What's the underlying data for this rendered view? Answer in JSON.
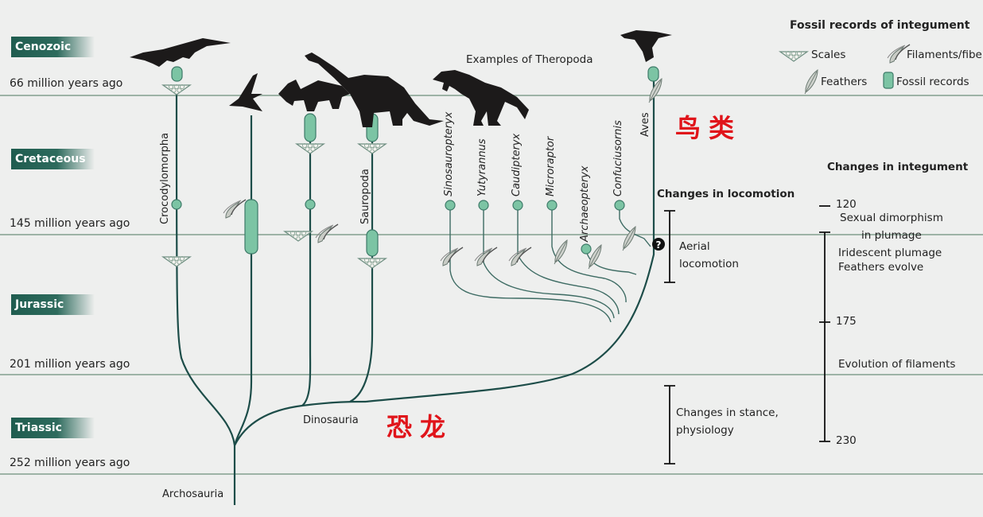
{
  "eras": [
    {
      "name": "Cenozoic",
      "boundary": "66 million years ago"
    },
    {
      "name": "Cretaceous",
      "boundary": "145 million years ago"
    },
    {
      "name": "Jurassic",
      "boundary": "201 million years ago"
    },
    {
      "name": "Triassic",
      "boundary": "252 million years ago"
    }
  ],
  "clades": {
    "root": "Archosauria",
    "dinosauria": "Dinosauria",
    "crocodylomorpha": "Crocodylomorpha",
    "sauropoda": "Sauropoda",
    "aves": "Aves",
    "theropoda_title": "Examples of Theropoda",
    "theropods": [
      "Sinosauropteryx",
      "Yutyrannus",
      "Caudipteryx",
      "Microraptor",
      "Archaeopteryx",
      "Confuciusornis"
    ]
  },
  "annotations": {
    "birds_cn": "鸟类",
    "dinosaurs_cn": "恐龙",
    "annotation_color": "#e0141a"
  },
  "legend": {
    "title": "Fossil records of integument",
    "items": [
      {
        "icon": "scales-icon",
        "label": "Scales"
      },
      {
        "icon": "filaments-icon",
        "label": "Filaments/fibers"
      },
      {
        "icon": "feather-icon",
        "label": "Feathers"
      },
      {
        "icon": "fossil-record-icon",
        "label": "Fossil records"
      }
    ]
  },
  "locomotion": {
    "title": "Changes in locomotion",
    "aerial": [
      "Aerial",
      "locomotion"
    ],
    "stance": [
      "Changes in stance,",
      "physiology"
    ],
    "question_mark": "?"
  },
  "integument": {
    "title": "Changes in integument",
    "ticks": [
      "120",
      "175",
      "230"
    ],
    "events": [
      "Sexual dimorphism",
      "in plumage",
      "Iridescent plumage",
      "Feathers evolve",
      "Evolution of filaments"
    ]
  },
  "colors": {
    "branch": "#1d4d49",
    "fossil": "#7cc4a4",
    "era_band": "#1f5c4f",
    "grid_line": "#9db3a6"
  }
}
